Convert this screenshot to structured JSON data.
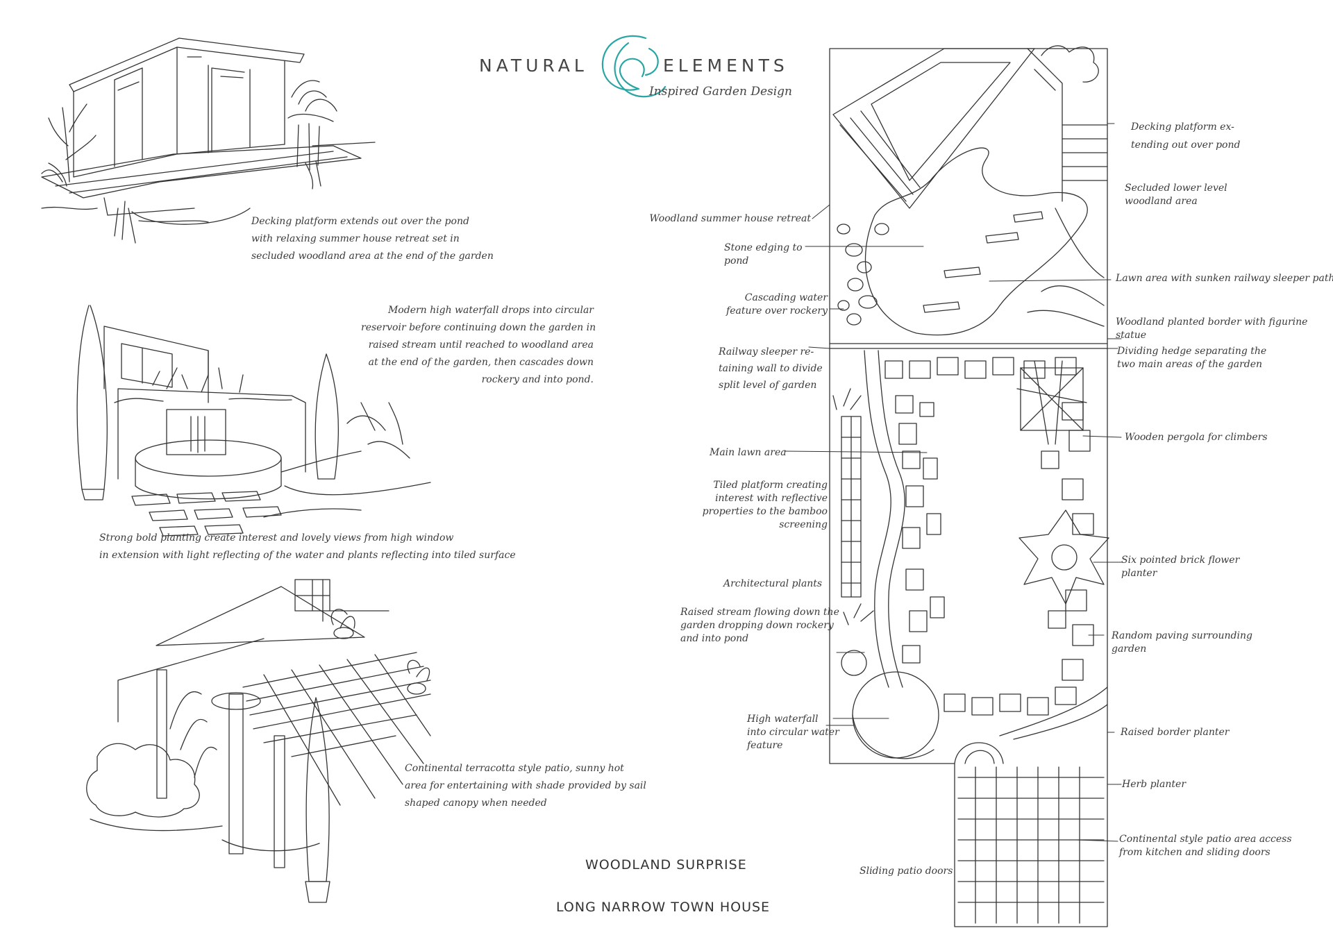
{
  "logo": {
    "left_word": "NATURAL",
    "right_word": "ELEMENTS",
    "tagline": "Inspired Garden Design",
    "accent": "#2aa5a3"
  },
  "sketches": {
    "summer_house_caption": [
      "Decking platform extends out over the pond",
      "with relaxing summer house retreat set in",
      "secluded woodland area at the end of the garden"
    ],
    "waterfall_caption": [
      "Modern high waterfall drops into circular",
      "reservoir before continuing down the garden in",
      "raised stream  until reached to woodland area",
      "at the end of the garden, then cascades down",
      "rockery and  into pond."
    ],
    "planting_caption": [
      "Strong bold planting create interest and lovely views from high window",
      "in extension with light reflecting of the water and plants reflecting into tiled surface"
    ],
    "patio_caption": [
      "Continental terracotta style patio, sunny hot",
      "area for entertaining with shade provided by sail",
      "shaped canopy when needed"
    ]
  },
  "titles": {
    "project": "WOODLAND SURPRISE",
    "property": "LONG NARROW TOWN HOUSE"
  },
  "plan_labels_left": {
    "summer_house": [
      "Woodland summer house retreat"
    ],
    "stone_edging": [
      "Stone edging to",
      "pond"
    ],
    "cascading_water": [
      "Cascading water",
      "feature over rockery"
    ],
    "railway_sleeper": [
      "Railway sleeper re-",
      "taining wall to divide",
      "split level of garden"
    ],
    "main_lawn": [
      "Main lawn area"
    ],
    "tiled_platform": [
      "Tiled platform creating",
      "interest with reflective",
      "properties to the bamboo",
      "screening"
    ],
    "architectural_plants": [
      "Architectural plants"
    ],
    "raised_stream": [
      "Raised stream flowing down the",
      "garden dropping down rockery",
      "and into pond"
    ],
    "high_waterfall": [
      "High waterfall",
      "into circular water",
      "feature"
    ],
    "sliding_doors": [
      "Sliding patio doors"
    ]
  },
  "plan_labels_right": {
    "decking_platform": [
      "Decking platform ex-",
      "tending out over pond"
    ],
    "secluded_lower": [
      "Secluded lower level",
      "woodland area"
    ],
    "lawn_sleeper_path": [
      "Lawn area with sunken railway sleeper path"
    ],
    "woodland_border": [
      "Woodland planted border with figurine",
      "statue"
    ],
    "dividing_hedge": [
      "Dividing hedge separating the",
      "two main areas of the garden"
    ],
    "wooden_pergola": [
      "Wooden pergola for climbers"
    ],
    "brick_planter": [
      "Six pointed brick flower",
      "planter"
    ],
    "random_paving": [
      "Random paving surrounding",
      "garden"
    ],
    "raised_border": [
      "Raised border planter"
    ],
    "herb_planter": [
      "Herb planter"
    ],
    "continental_patio": [
      "Continental style patio area access",
      "from kitchen and sliding doors"
    ]
  }
}
